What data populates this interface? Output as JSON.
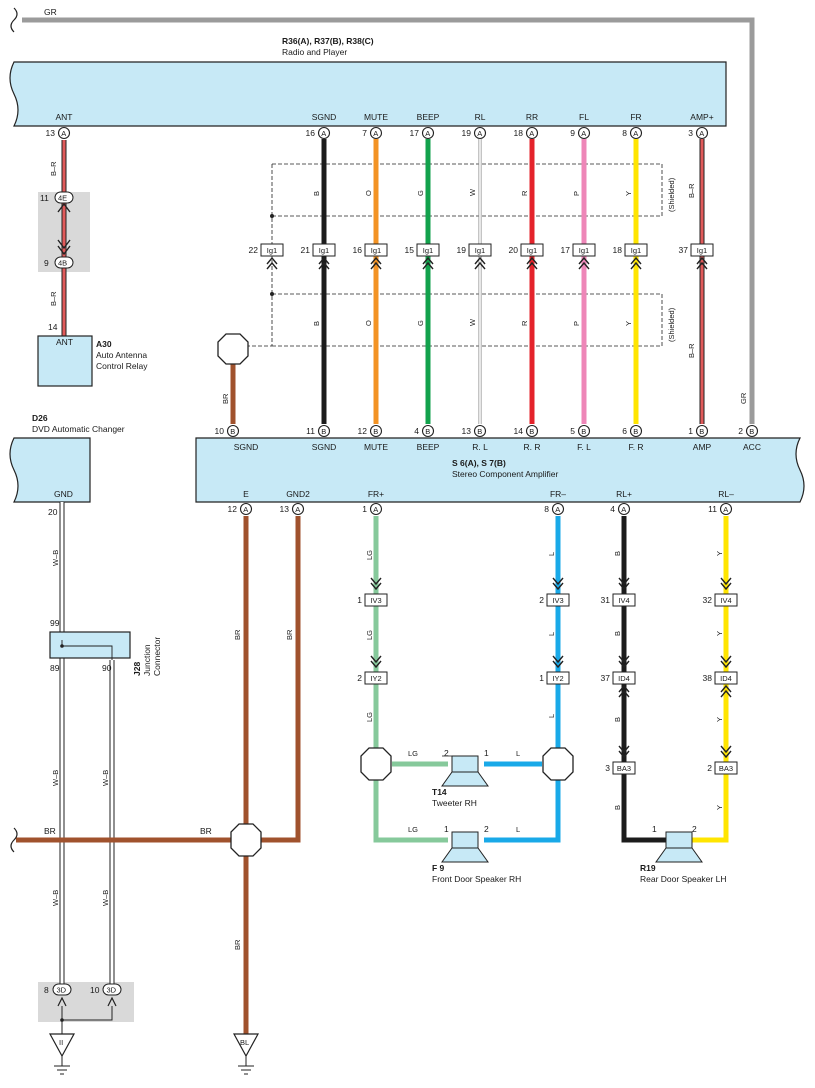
{
  "colors": {
    "GR": "#9b9b9b",
    "B": "#1c1c1c",
    "O": "#f39324",
    "G": "#12a24c",
    "W": "#ffffff",
    "R": "#e4232b",
    "P": "#ee86b8",
    "Y": "#ffe500",
    "BR": "#a0522d",
    "LG": "#86c99b",
    "L": "#19a9e8",
    "W-B": "#ffffff",
    "B-R": "#e05a5a",
    "box": "#c7e9f6"
  },
  "top_wire": {
    "label": "GR"
  },
  "radio": {
    "codes": "R36(A), R37(B), R38(C)",
    "name": "Radio and Player",
    "terminals": [
      "ANT",
      "SGND",
      "MUTE",
      "BEEP",
      "RL",
      "RR",
      "FL",
      "FR",
      "AMP+"
    ],
    "pins": [
      {
        "num": "13",
        "conn": "A"
      },
      {
        "num": "16",
        "conn": "A"
      },
      {
        "num": "7",
        "conn": "A"
      },
      {
        "num": "17",
        "conn": "A"
      },
      {
        "num": "19",
        "conn": "A"
      },
      {
        "num": "18",
        "conn": "A"
      },
      {
        "num": "9",
        "conn": "A"
      },
      {
        "num": "8",
        "conn": "A"
      },
      {
        "num": "3",
        "conn": "A"
      }
    ]
  },
  "ant_wire": {
    "color_labels": [
      "B–R",
      "B–R"
    ],
    "connectors": [
      {
        "pin": "11",
        "tag": "4E"
      },
      {
        "pin": "9",
        "tag": "4B"
      }
    ]
  },
  "relay": {
    "code": "A30",
    "name_line1": "Auto Antenna",
    "name_line2": "Control Relay",
    "terminal": "ANT",
    "pin": "14"
  },
  "shield_label": "(Shielded)",
  "lg1_connectors": [
    {
      "pin": "22",
      "tag": "Ig1"
    },
    {
      "pin": "21",
      "tag": "Ig1"
    },
    {
      "pin": "16",
      "tag": "Ig1"
    },
    {
      "pin": "15",
      "tag": "Ig1"
    },
    {
      "pin": "19",
      "tag": "Ig1"
    },
    {
      "pin": "20",
      "tag": "Ig1"
    },
    {
      "pin": "17",
      "tag": "Ig1"
    },
    {
      "pin": "18",
      "tag": "Ig1"
    },
    {
      "pin": "37",
      "tag": "Ig1"
    }
  ],
  "radio_wire_labels": [
    "B",
    "O",
    "G",
    "W",
    "R",
    "P",
    "Y",
    "B–R"
  ],
  "amp_left_wire_labels": [
    "BR",
    "GR"
  ],
  "changer": {
    "code": "D26",
    "name": "DVD Automatic Changer",
    "terminal": "GND",
    "pin": "20"
  },
  "amplifier": {
    "codes": "S 6(A), S 7(B)",
    "name": "Stereo Component Amplifier",
    "top_terminals": [
      "SGND",
      "SGND",
      "MUTE",
      "BEEP",
      "R. L",
      "R. R",
      "F. L",
      "F. R",
      "AMP",
      "ACC"
    ],
    "top_pins": [
      {
        "num": "10",
        "conn": "B"
      },
      {
        "num": "11",
        "conn": "B"
      },
      {
        "num": "12",
        "conn": "B"
      },
      {
        "num": "4",
        "conn": "B"
      },
      {
        "num": "13",
        "conn": "B"
      },
      {
        "num": "14",
        "conn": "B"
      },
      {
        "num": "5",
        "conn": "B"
      },
      {
        "num": "6",
        "conn": "B"
      },
      {
        "num": "1",
        "conn": "B"
      },
      {
        "num": "2",
        "conn": "B"
      }
    ],
    "bottom_terminals": [
      "E",
      "GND2",
      "FR+",
      "FR–",
      "RL+",
      "RL–"
    ],
    "bottom_pins": [
      {
        "num": "12",
        "conn": "A"
      },
      {
        "num": "13",
        "conn": "A"
      },
      {
        "num": "1",
        "conn": "A"
      },
      {
        "num": "8",
        "conn": "A"
      },
      {
        "num": "4",
        "conn": "A"
      },
      {
        "num": "11",
        "conn": "A"
      }
    ]
  },
  "junction": {
    "code": "J28",
    "name_line1": "Junction",
    "name_line2": "Connector",
    "pins": [
      "99",
      "89",
      "90"
    ]
  },
  "changer_wire_labels": [
    "W–B",
    "W–B",
    "W–B",
    "W–B",
    "W–B"
  ],
  "ground_connectors": [
    {
      "pin": "8",
      "tag": "3D"
    },
    {
      "pin": "10",
      "tag": "3D"
    }
  ],
  "ground_labels": [
    "II",
    "BL"
  ],
  "br_wire_labels": [
    "BR",
    "BR",
    "BR",
    "BR",
    "BR"
  ],
  "speaker_wire_labels": {
    "fr_plus": [
      "LG",
      "LG",
      "LG"
    ],
    "fr_minus": [
      "L",
      "L",
      "L"
    ],
    "rl_plus": [
      "B",
      "B",
      "B",
      "B"
    ],
    "rl_minus": [
      "Y",
      "Y",
      "Y",
      "Y"
    ],
    "tweeter": [
      "LG",
      "L"
    ],
    "front": [
      "LG",
      "L"
    ]
  },
  "inline_connectors": {
    "fr_plus": [
      {
        "pin": "1",
        "tag": "IV3"
      },
      {
        "pin": "2",
        "tag": "IY2"
      }
    ],
    "fr_minus": [
      {
        "pin": "2",
        "tag": "IV3"
      },
      {
        "pin": "1",
        "tag": "IY2"
      }
    ],
    "rl_plus": [
      {
        "pin": "31",
        "tag": "IV4"
      },
      {
        "pin": "37",
        "tag": "ID4"
      },
      {
        "pin": "3",
        "tag": "BA3"
      }
    ],
    "rl_minus": [
      {
        "pin": "32",
        "tag": "IV4"
      },
      {
        "pin": "38",
        "tag": "ID4"
      },
      {
        "pin": "2",
        "tag": "BA3"
      }
    ]
  },
  "tweeter": {
    "code": "T14",
    "name": "Tweeter RH",
    "pin_left": "2",
    "pin_right": "1"
  },
  "front_speaker": {
    "code": "F 9",
    "name": "Front Door Speaker RH",
    "pin_left": "1",
    "pin_right": "2"
  },
  "rear_speaker": {
    "code": "R19",
    "name": "Rear Door Speaker LH",
    "pin_left": "1",
    "pin_right": "2"
  }
}
